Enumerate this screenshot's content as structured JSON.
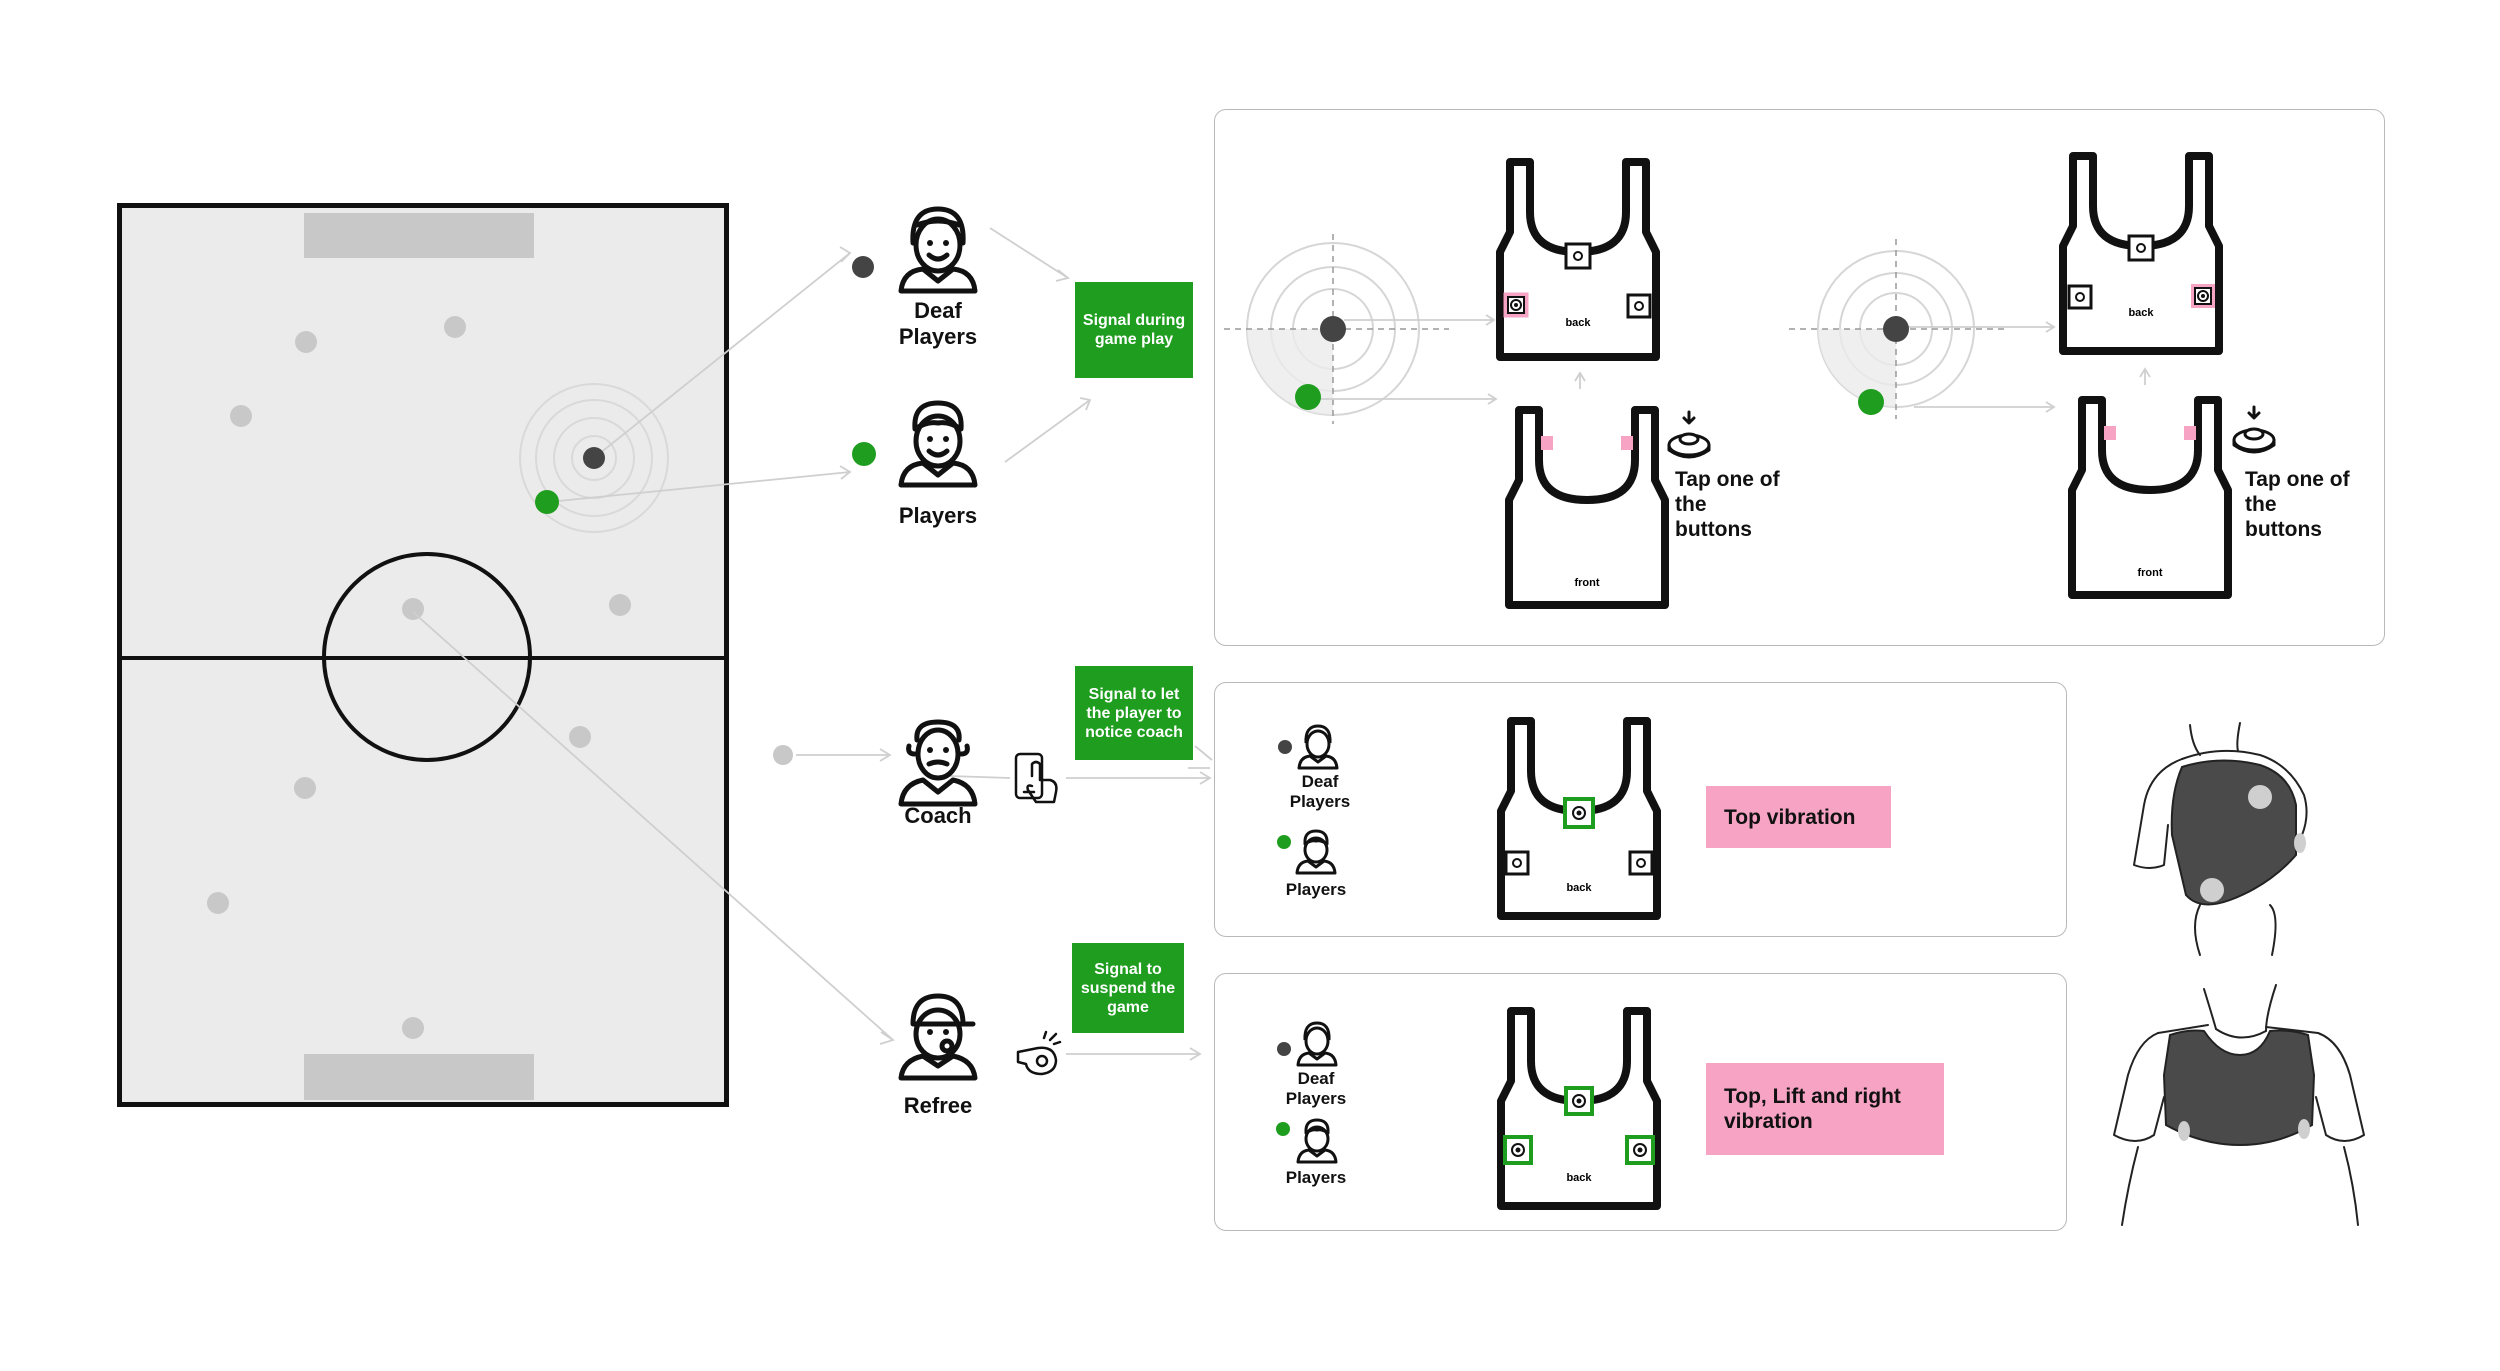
{
  "colors": {
    "green": "#1f9d1f",
    "pink": "#f6a3c4",
    "dark_dot": "#444444",
    "grey_dot": "#c8c8c8",
    "field": "#ebebeb"
  },
  "roles": {
    "deaf_players": "Deaf\nPlayers",
    "players": "Players",
    "coach": "Coach",
    "referee": "Refree"
  },
  "signals": {
    "game_play": "Signal during game play",
    "notice_coach": "Signal to let the player to notice coach",
    "suspend": "Signal to suspend the game"
  },
  "vest_labels": {
    "back": "back",
    "front": "front"
  },
  "tap_instruction": "Tap one of the buttons",
  "vibrations": {
    "top": "Top vibration",
    "top_left_right": "Top, Lift and right vibration"
  },
  "icons": [
    "deaf-player-icon",
    "player-icon",
    "coach-icon",
    "referee-icon",
    "phone-tap-icon",
    "whistle-icon",
    "tap-button-icon",
    "vest-icon",
    "shoulder-vest-illustration"
  ]
}
